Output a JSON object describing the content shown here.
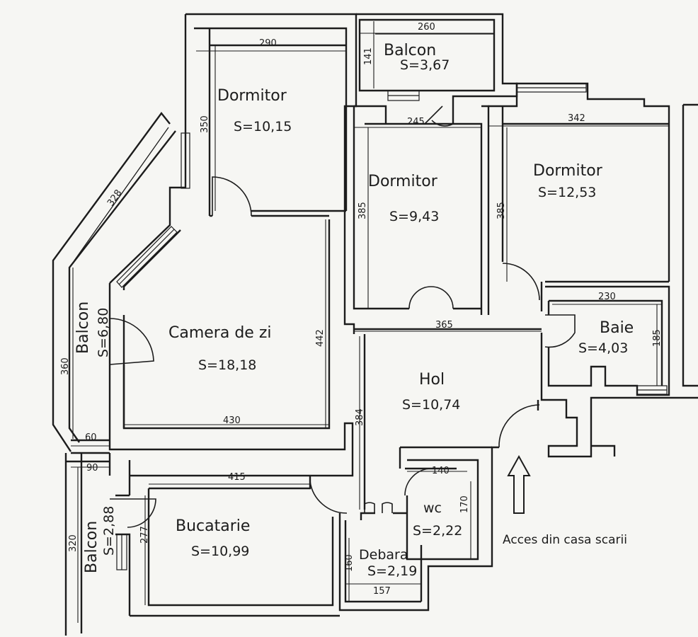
{
  "rooms": {
    "dormitor_1": {
      "name": "Dormitor",
      "area": "S=10,15"
    },
    "balcon_top": {
      "name": "Balcon",
      "area": "S=3,67"
    },
    "dormitor_2": {
      "name": "Dormitor",
      "area": "S=9,43"
    },
    "dormitor_3": {
      "name": "Dormitor",
      "area": "S=12,53"
    },
    "camera_de_zi": {
      "name": "Camera de zi",
      "area": "S=18,18"
    },
    "balcon_left": {
      "name": "Balcon",
      "area": "S=6,80"
    },
    "baie": {
      "name": "Baie",
      "area": "S=4,03"
    },
    "hol": {
      "name": "Hol",
      "area": "S=10,74"
    },
    "bucatarie": {
      "name": "Bucatarie",
      "area": "S=10,99"
    },
    "balcon_bottom": {
      "name": "Balcon",
      "area": "S=2,88"
    },
    "wc": {
      "name": "wc",
      "area": "S=2,22"
    },
    "debara": {
      "name": "Debara",
      "area": "S=2,19"
    }
  },
  "dimensions": {
    "d290": "290",
    "d260": "260",
    "d141": "141",
    "d350": "350",
    "d245": "245",
    "d342": "342",
    "d328": "328",
    "d385a": "385",
    "d385b": "385",
    "d230": "230",
    "d365": "365",
    "d442": "442",
    "d185": "185",
    "d360": "360",
    "d430": "430",
    "d384": "384",
    "d60": "60",
    "d90": "90",
    "d415": "415",
    "d140": "140",
    "d170": "170",
    "d277": "277",
    "d320": "320",
    "d160": "160",
    "d157": "157"
  },
  "notes": {
    "access": "Acces din casa scarii"
  },
  "colors": {
    "ink": "#1c1c1c",
    "paper": "#f6f6f3"
  }
}
